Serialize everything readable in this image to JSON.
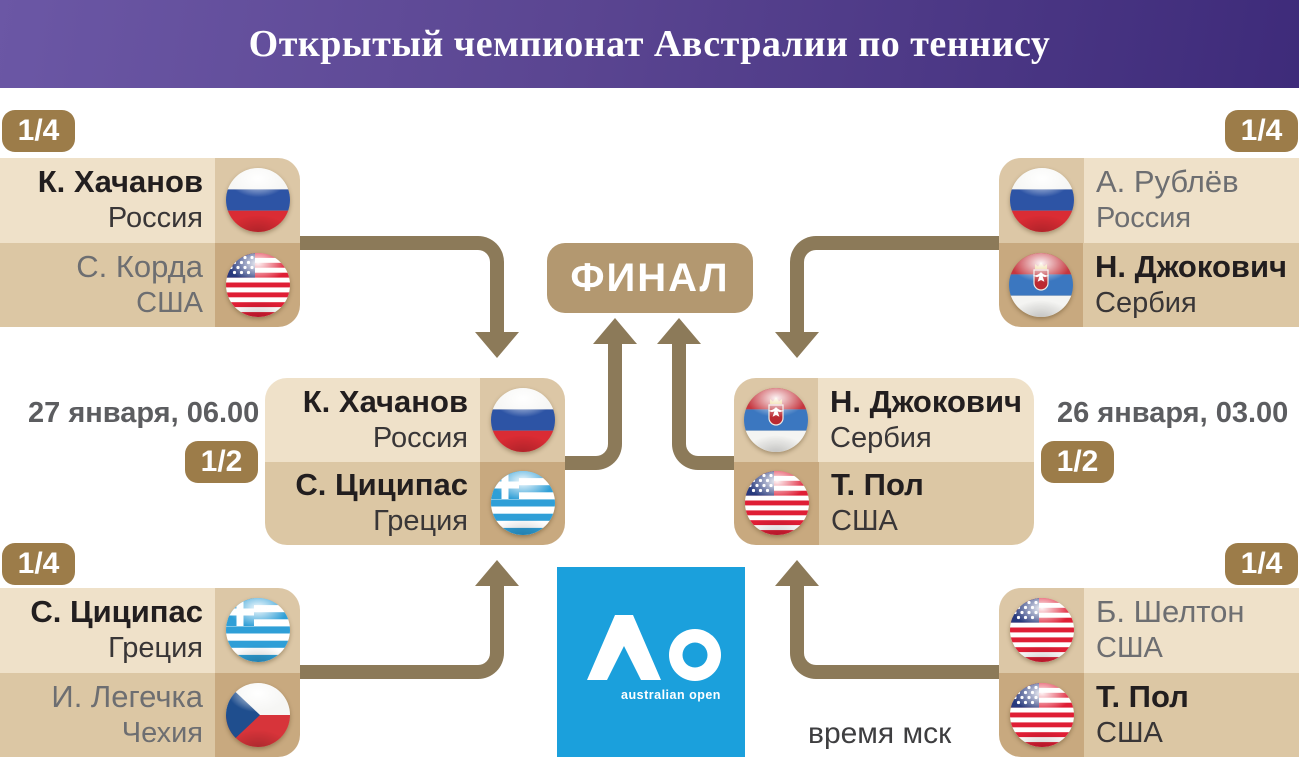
{
  "header": {
    "title": "Открытый чемпионат Австралии по теннису"
  },
  "final": {
    "label": "ФИНАЛ"
  },
  "labels": {
    "timezone_note": "время мск"
  },
  "dates": {
    "semi_left": "27 января, 06.00",
    "semi_right": "26 января, 03.00"
  },
  "logo": {
    "caption": "australian open"
  },
  "colors": {
    "header_purple_left": "#6b57a5",
    "header_purple_right": "#3e2b7a",
    "badge_gold": "#9c7c49",
    "final_gold": "#b39870",
    "arrow_olive": "#8c7a59",
    "row_light": "#efe1c9",
    "row_mid": "#dcc7a5",
    "row_dark": "#c8a97f",
    "ao_blue": "#1ba0dc"
  },
  "matches": {
    "qf_top_left": {
      "round": "1/4",
      "players": [
        {
          "name": "К. Хачанов",
          "country": "Россия",
          "flag": "russia",
          "result": "winner"
        },
        {
          "name": "С. Корда",
          "country": "США",
          "flag": "usa",
          "result": "loser"
        }
      ]
    },
    "qf_top_right": {
      "round": "1/4",
      "players": [
        {
          "name": "А. Рублёв",
          "country": "Россия",
          "flag": "russia",
          "result": "loser"
        },
        {
          "name": "Н. Джокович",
          "country": "Сербия",
          "flag": "serbia",
          "result": "winner"
        }
      ]
    },
    "semi_left": {
      "round": "1/2",
      "players": [
        {
          "name": "К. Хачанов",
          "country": "Россия",
          "flag": "russia",
          "result": "pending"
        },
        {
          "name": "С. Циципас",
          "country": "Греция",
          "flag": "greece",
          "result": "pending"
        }
      ]
    },
    "semi_right": {
      "round": "1/2",
      "players": [
        {
          "name": "Н. Джокович",
          "country": "Сербия",
          "flag": "serbia",
          "result": "pending"
        },
        {
          "name": "Т. Пол",
          "country": "США",
          "flag": "usa",
          "result": "pending"
        }
      ]
    },
    "qf_bottom_left": {
      "round": "1/4",
      "players": [
        {
          "name": "С. Циципас",
          "country": "Греция",
          "flag": "greece",
          "result": "winner"
        },
        {
          "name": "И. Легечка",
          "country": "Чехия",
          "flag": "czech",
          "result": "loser"
        }
      ]
    },
    "qf_bottom_right": {
      "round": "1/4",
      "players": [
        {
          "name": "Б. Шелтон",
          "country": "США",
          "flag": "usa",
          "result": "loser"
        },
        {
          "name": "Т. Пол",
          "country": "США",
          "flag": "usa",
          "result": "winner"
        }
      ]
    }
  }
}
